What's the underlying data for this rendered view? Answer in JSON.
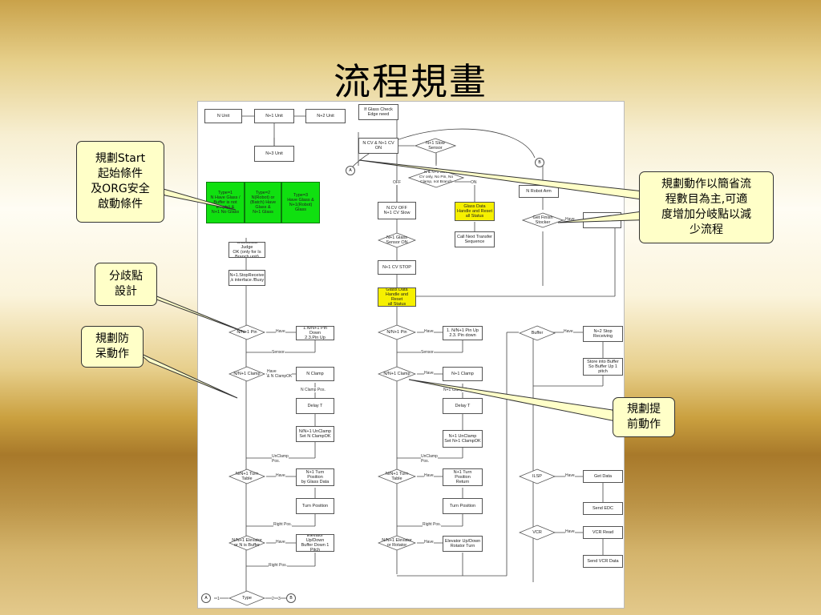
{
  "slide": {
    "title": "流程規畫",
    "callouts": [
      {
        "text": "規劃Start\n起始條件\n及ORG安全\n啟動條件"
      },
      {
        "text": "分歧點\n設計"
      },
      {
        "text": "規劃防\n呆動作"
      },
      {
        "text": "規劃動作以簡省流\n程數目為主,可適\n度增加分岐點以減\n少流程"
      },
      {
        "text": "規劃提\n前動作"
      }
    ]
  },
  "flowchart": {
    "boxes": [
      "N Unit",
      "N+1 Unit",
      "N+2 Unit",
      "N+3 Unit",
      "Type=1\nN Have Glass /\nBuffer is not\nEmpty) &\nN+1 No Glass",
      "Type=2\nN(Robot) or\n(Batch) Have\nGlass &\nN+1 Glass",
      "Type=3\nHave Glass &\nN+1(Robot) Glass",
      "GlassData Judge\nOK (only for Is\nBranch unit)",
      "N+1.StopReceive\n,k interface /Busy",
      "1.N/N+1 Pin Down\n2.3.Pin Up",
      "N Clamp",
      "Delay T",
      "N/N+1 UnClamp\nSet N ClampOK",
      "N+1 Turn\nPosition\nby Glass Data",
      "Turn Position",
      "Elevator Up/Down\nBuffer Down 1\nPitch",
      "If Glass Check\nEdge need",
      "N CV & N+1 CV\nON",
      "N.CV OFF\nN+1 CV Slow",
      "Glass Data\nHandle and Reset\nall Status",
      "Call Next Transfer\nSequence",
      "N+1 CV STOP",
      "Glass Data\nHandle and Reset\nall Status",
      "1. N/N+1 Pin Up\n2.3. Pin down",
      "N+1 Clamp",
      "Delay T",
      "N+1 UnClamp\nSet N+1 ClampOK",
      "N+1 Turn\nPosition\nReturn",
      "Turn Position",
      "Elevator Up/Down\nRotator Turn",
      "N Robot Arm",
      "Store into",
      "N+2 Stop\nReceiving",
      "Store into Buffer\nSo Buffer Up 1\npitch",
      "Get Data",
      "Send EDC",
      "VCR Read",
      "Send VCR Data"
    ],
    "decisions": [
      "N/N+1 Pin",
      "N/N+1 Clamp",
      "N/N+1 Turn\nTable",
      "N/N+1 Elevator\nor N is Buffer",
      "Type",
      "N+1 Slow\nSensor",
      "N & N+1 Slow\nCV only, No Pin, No\nClamp, not Branch",
      "N+1 Glass\nSensor ON",
      "N/N+1 Pin",
      "N/N+1 Clamp",
      "N/N+1 Turn\nTable",
      "N/N+1 Elevator\nor Rotator",
      "Get Finish\nStocker",
      "Buffer",
      "ILSP",
      "VCR"
    ],
    "connectors": [
      "A",
      "B",
      "A",
      "B"
    ],
    "labels": [
      "Have",
      "Have\n& N ClampOK",
      "Have",
      "Have",
      "Sensor",
      "N Clamp Pos.",
      "UnClamp\nPos.",
      "Right Pos.",
      "Right Pos.",
      "Have",
      "Have",
      "Have",
      "Have",
      "Sensor",
      "N+1 Clamp Pos.",
      "UnClamp\nPos.",
      "Right Pos.",
      "Have",
      "Have",
      "Have",
      "Have",
      "OFF",
      "ON",
      "1",
      "2",
      "3"
    ]
  }
}
